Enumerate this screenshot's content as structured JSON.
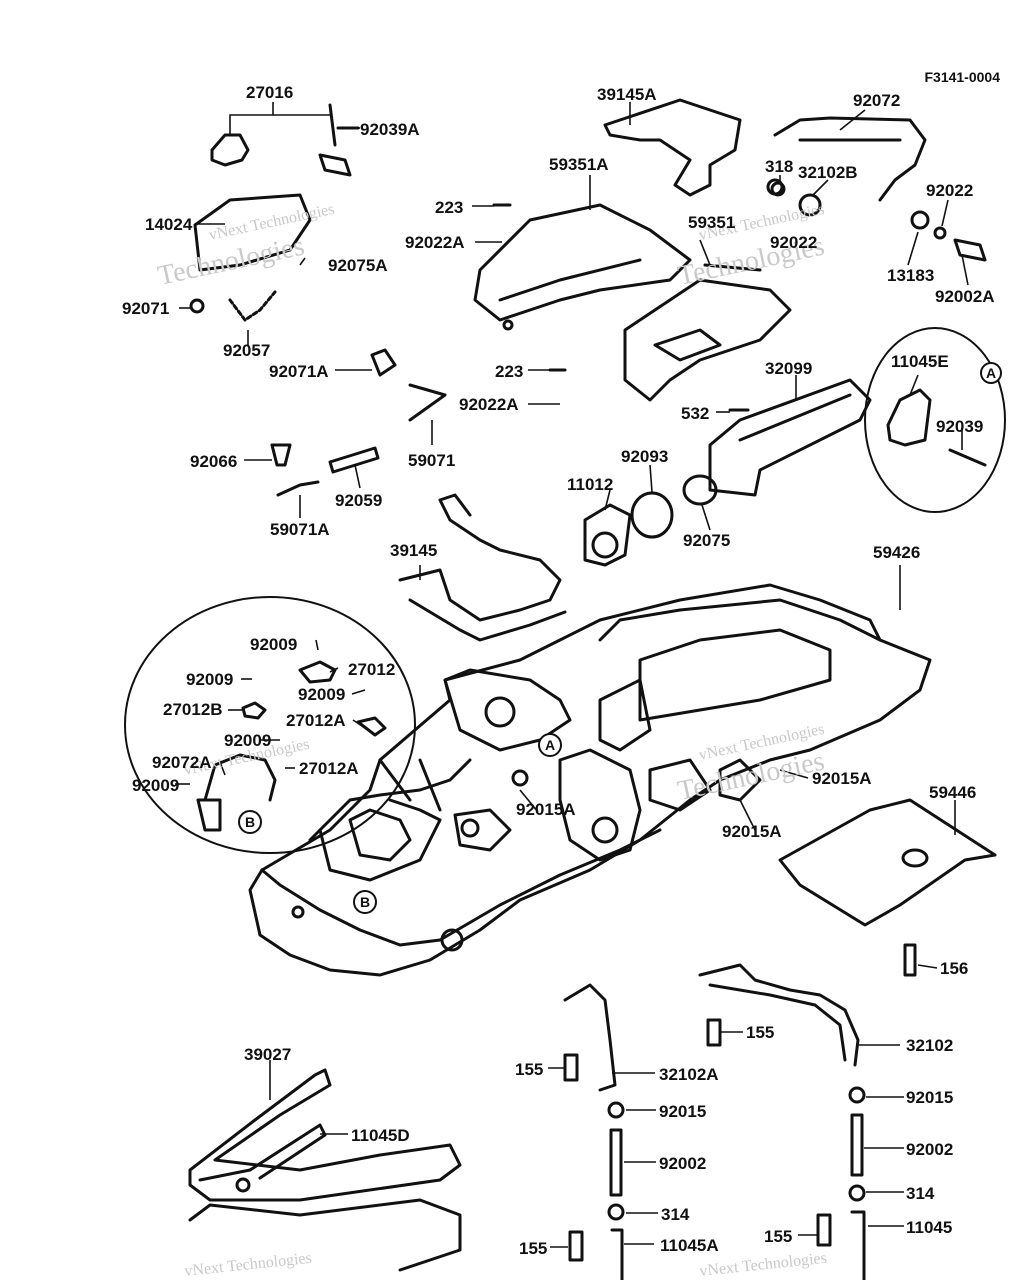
{
  "diagram": {
    "code": "F3141-0004",
    "callouts": {
      "A": "A",
      "B": "B"
    },
    "watermark": {
      "line1": "vNext Technologies",
      "line2": "Technologies"
    },
    "parts": {
      "p27016": "27016",
      "p92039A": "92039A",
      "p39145A": "39145A",
      "p92072": "92072",
      "p59351A": "59351A",
      "p318": "318",
      "p32102B": "32102B",
      "p92022_top": "92022",
      "p14024": "14024",
      "p223_top": "223",
      "p92022A_top": "92022A",
      "p59351": "59351",
      "p92075A": "92075A",
      "p92022_mid": "92022",
      "p13183": "13183",
      "p92002A": "92002A",
      "p92071": "92071",
      "p92057": "92057",
      "p92071A": "92071A",
      "p223_mid": "223",
      "p92022A_mid": "92022A",
      "p32099": "32099",
      "p11045E": "11045E",
      "p532": "532",
      "p92039": "92039",
      "p59071": "59071",
      "p92066": "92066",
      "p92059": "92059",
      "p11012": "11012",
      "p92093": "92093",
      "p59071A": "59071A",
      "p92075": "92075",
      "p39145": "39145",
      "p59426": "59426",
      "p92009_1": "92009",
      "p27012": "27012",
      "p92009_2": "92009",
      "p92009_3": "92009",
      "p27012B": "27012B",
      "p27012A_1": "27012A",
      "p92009_4": "92009",
      "p92072A": "92072A",
      "p27012A_2": "27012A",
      "p92009_5": "92009",
      "p92015A_1": "92015A",
      "p92015A_2": "92015A",
      "p92015A_3": "92015A",
      "p59446": "59446",
      "p156": "156",
      "p155_1": "155",
      "p32102": "32102",
      "p155_2": "155",
      "p32102A": "32102A",
      "p39027": "39027",
      "p11045D": "11045D",
      "p92015_1": "92015",
      "p92015_2": "92015",
      "p92002_1": "92002",
      "p92002_2": "92002",
      "p314_1": "314",
      "p314_2": "314",
      "p155_3": "155",
      "p11045A": "11045A",
      "p155_4": "155",
      "p11045": "11045"
    }
  }
}
